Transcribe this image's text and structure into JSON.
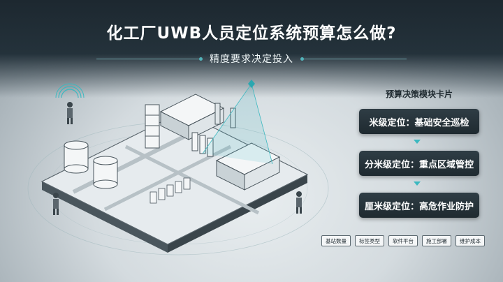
{
  "header": {
    "title": "化工厂UWB人员定位系统预算怎么做?",
    "subtitle": "精度要求决定投入"
  },
  "panel": {
    "title": "预算决策模块卡片",
    "cards": [
      {
        "label": "米级定位：基础安全巡检"
      },
      {
        "label": "分米级定位：重点区域管控"
      },
      {
        "label": "厘米级定位：高危作业防护"
      }
    ]
  },
  "tags": [
    "基站数量",
    "标签类型",
    "软件平台",
    "施工部署",
    "维护成本"
  ],
  "colors": {
    "accent": "#3bb8c0",
    "card_bg": "#24323b",
    "header_bg": "#1d2830"
  }
}
